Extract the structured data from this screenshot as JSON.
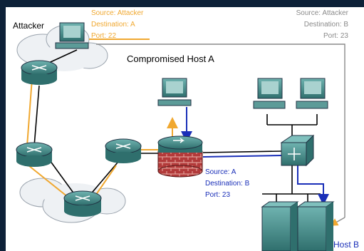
{
  "nodes": {
    "attacker": "Attacker",
    "compromised_host": "Compromised Host A",
    "host_b": "Host B"
  },
  "packet_attacker_to_a": {
    "source": "Source: Attacker",
    "destination": "Destination: A",
    "port": "Port: 22"
  },
  "packet_attacker_to_b": {
    "source": "Source: Attacker",
    "destination": "Destination: B",
    "port": "Port: 23"
  },
  "packet_a_to_b": {
    "source": "Source: A",
    "destination": "Destination: B",
    "port": "Port: 23"
  },
  "colors": {
    "attack_path": "#f0a830",
    "relay_path": "#1a2fb8",
    "link": "#000000",
    "device": "#3f8a88"
  }
}
